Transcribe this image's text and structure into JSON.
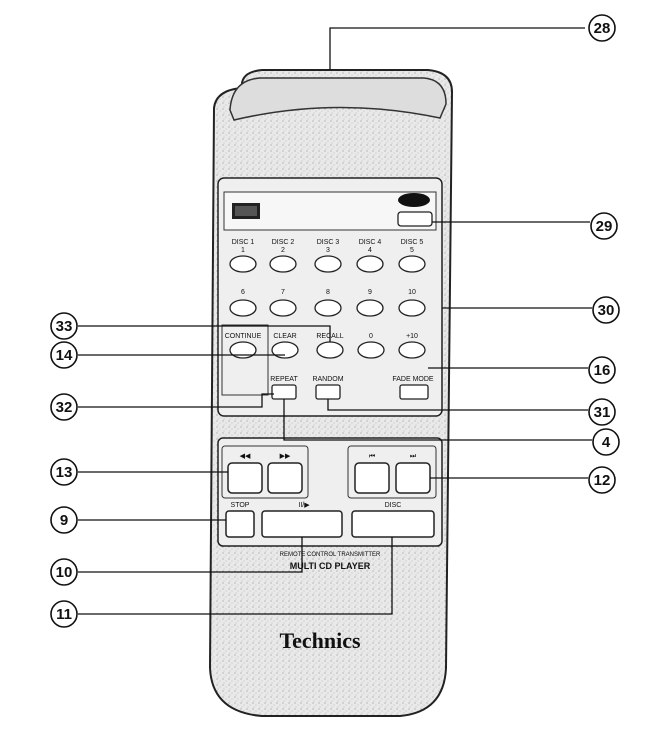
{
  "remote": {
    "display_icon": "cd-icon",
    "disc_buttons": [
      {
        "label": "DISC 1",
        "sub": "1"
      },
      {
        "label": "DISC 2",
        "sub": "2"
      },
      {
        "label": "DISC 3",
        "sub": "3"
      },
      {
        "label": "DISC 4",
        "sub": "4"
      },
      {
        "label": "DISC 5",
        "sub": "5"
      }
    ],
    "number_labels": [
      "6",
      "7",
      "8",
      "9",
      "10"
    ],
    "row3": {
      "continue": "CONTINUE",
      "clear": "CLEAR",
      "recall": "RECALL",
      "zero": "0",
      "plus10": "+10"
    },
    "row4": {
      "repeat": "REPEAT",
      "random": "RANDOM",
      "fade_mode": "FADE MODE"
    },
    "transport": {
      "rew": "◀◀",
      "ff": "▶▶",
      "prev": "⏮",
      "next": "⏭"
    },
    "bottom": {
      "stop": "STOP",
      "play_pause": "II/▶",
      "skip": "DISC"
    },
    "footer_small": "REMOTE CONTROL TRANSMITTER",
    "footer_model": "MULTI CD PLAYER",
    "brand": "Technics"
  },
  "callouts": {
    "c28": "28",
    "c29": "29",
    "c30": "30",
    "c33": "33",
    "c14": "14",
    "c16": "16",
    "c32": "32",
    "c31": "31",
    "c4": "4",
    "c13": "13",
    "c12": "12",
    "c9": "9",
    "c10": "10",
    "c11": "11"
  }
}
